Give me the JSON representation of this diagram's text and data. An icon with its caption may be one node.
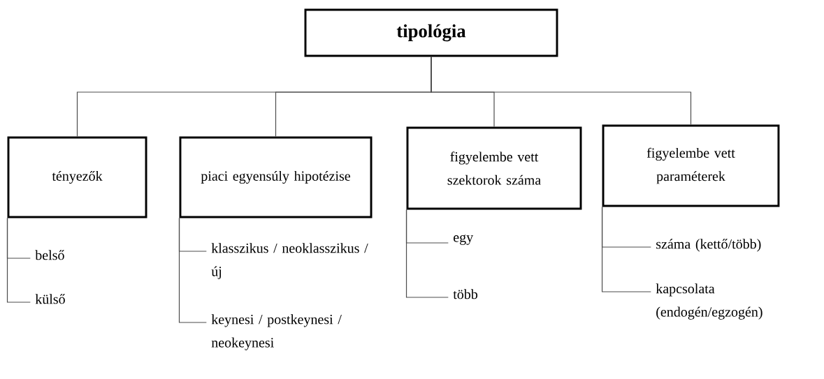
{
  "diagram": {
    "nodes": [
      {
        "text": [
          "tipológia"
        ]
      },
      {
        "text": [
          "tényezők"
        ]
      },
      {
        "text": [
          "piaci egyensúly hipotézise"
        ]
      },
      {
        "text": [
          "figyelembe vett szektorok száma"
        ]
      },
      {
        "text": [
          "figyelembe vett paraméterek"
        ]
      },
      {
        "text": [
          "belső"
        ]
      },
      {
        "text": [
          "külső"
        ]
      },
      {
        "text": [
          "klasszikus / neoklasszikus / új"
        ]
      },
      {
        "text": [
          "keynesi / postkeynesi / neokeynesi"
        ]
      },
      {
        "text": [
          "egy"
        ]
      },
      {
        "text": [
          "több"
        ]
      },
      {
        "text": [
          "száma (kettő/több)"
        ]
      },
      {
        "text": [
          "kapcsolata (endogén/egzogén)"
        ]
      }
    ],
    "edges": [
      {
        "from": 0,
        "to": 1,
        "arrow": "none"
      },
      {
        "from": 0,
        "to": 2,
        "arrow": "none"
      },
      {
        "from": 0,
        "to": 3,
        "arrow": "none"
      },
      {
        "from": 0,
        "to": 4,
        "arrow": "none"
      },
      {
        "from": 1,
        "to": 5,
        "arrow": "none"
      },
      {
        "from": 1,
        "to": 6,
        "arrow": "none"
      },
      {
        "from": 2,
        "to": 7,
        "arrow": "none"
      },
      {
        "from": 2,
        "to": 8,
        "arrow": "none"
      },
      {
        "from": 3,
        "to": 9,
        "arrow": "none"
      },
      {
        "from": 3,
        "to": 10,
        "arrow": "none"
      },
      {
        "from": 4,
        "to": 11,
        "arrow": "none"
      },
      {
        "from": 4,
        "to": 12,
        "arrow": "none"
      }
    ]
  }
}
